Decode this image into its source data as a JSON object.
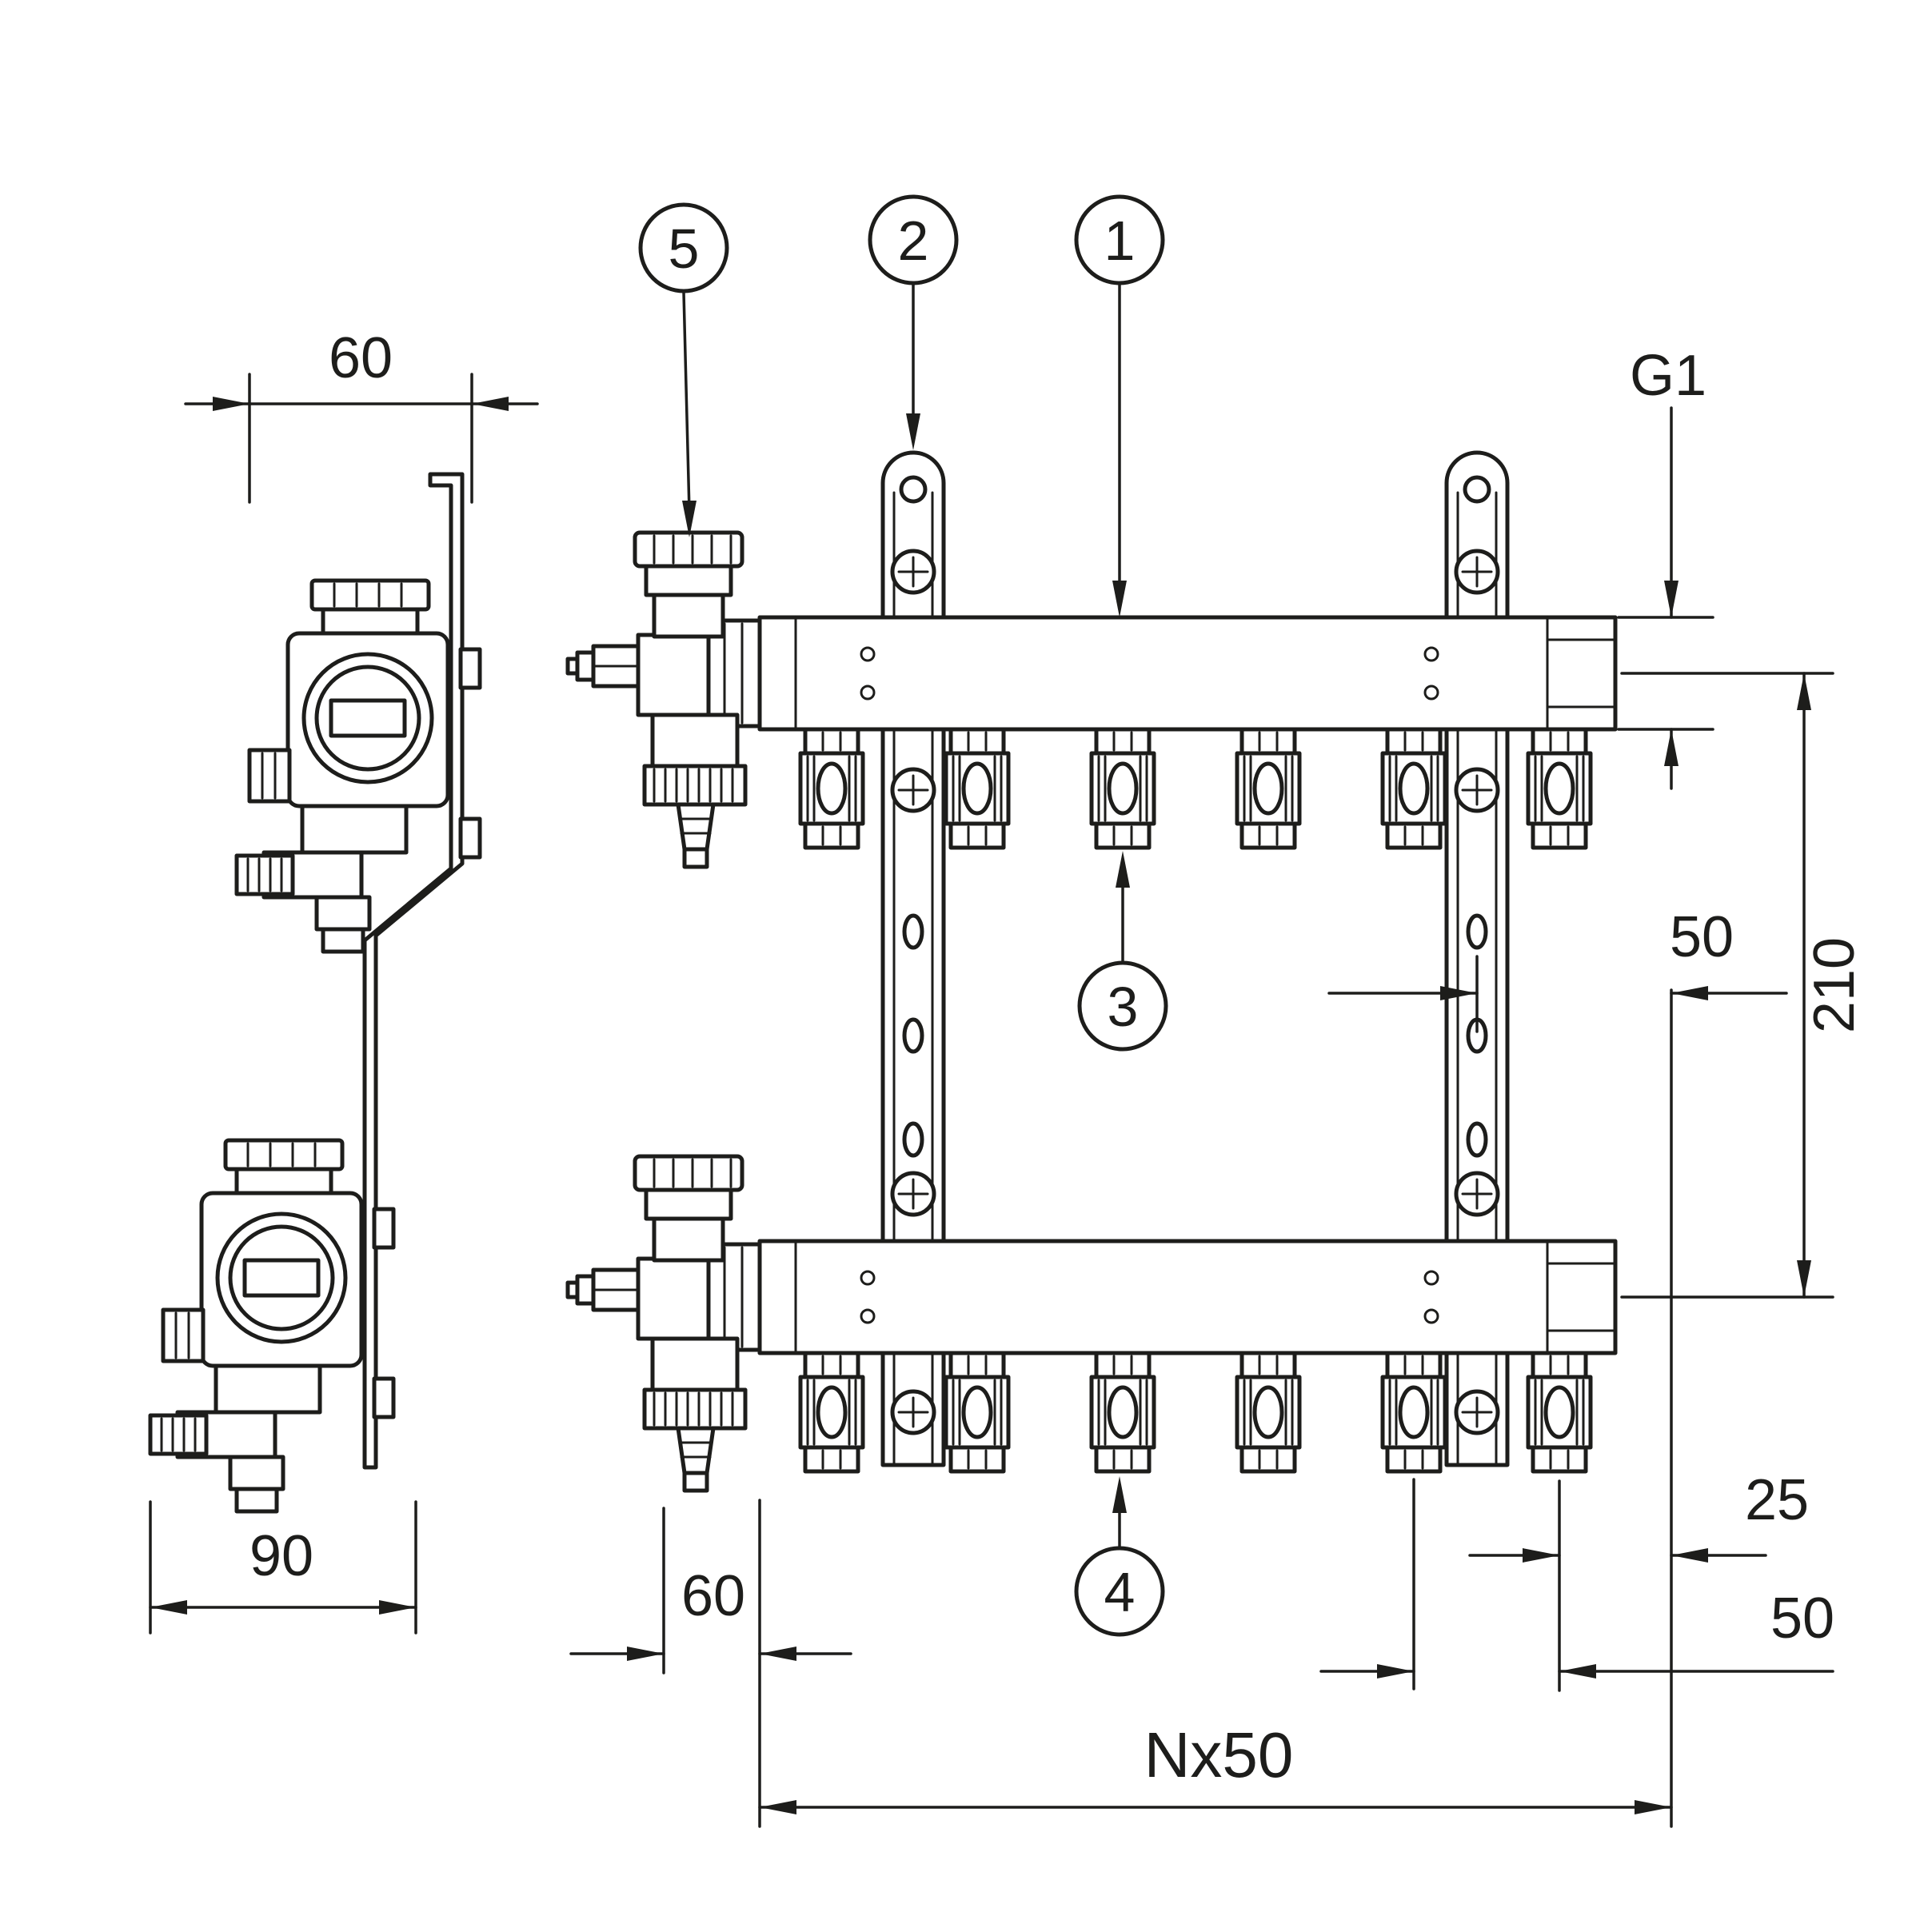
{
  "page": {
    "background": "#ffffff",
    "line_color": "#1d1d1b"
  },
  "callouts": [
    {
      "label": "1"
    },
    {
      "label": "2"
    },
    {
      "label": "3"
    },
    {
      "label": "4"
    },
    {
      "label": "5"
    }
  ],
  "dimensions": {
    "side_bracket_width": "60",
    "side_valve_depth": "90",
    "connection_thread": "G1",
    "bracket_to_end": "50",
    "beam_axis_spacing": "210",
    "last_outlet_to_end": "25",
    "outlet_spacing": "50",
    "total_length": "Nx50",
    "vent_axis_offset": "60"
  }
}
